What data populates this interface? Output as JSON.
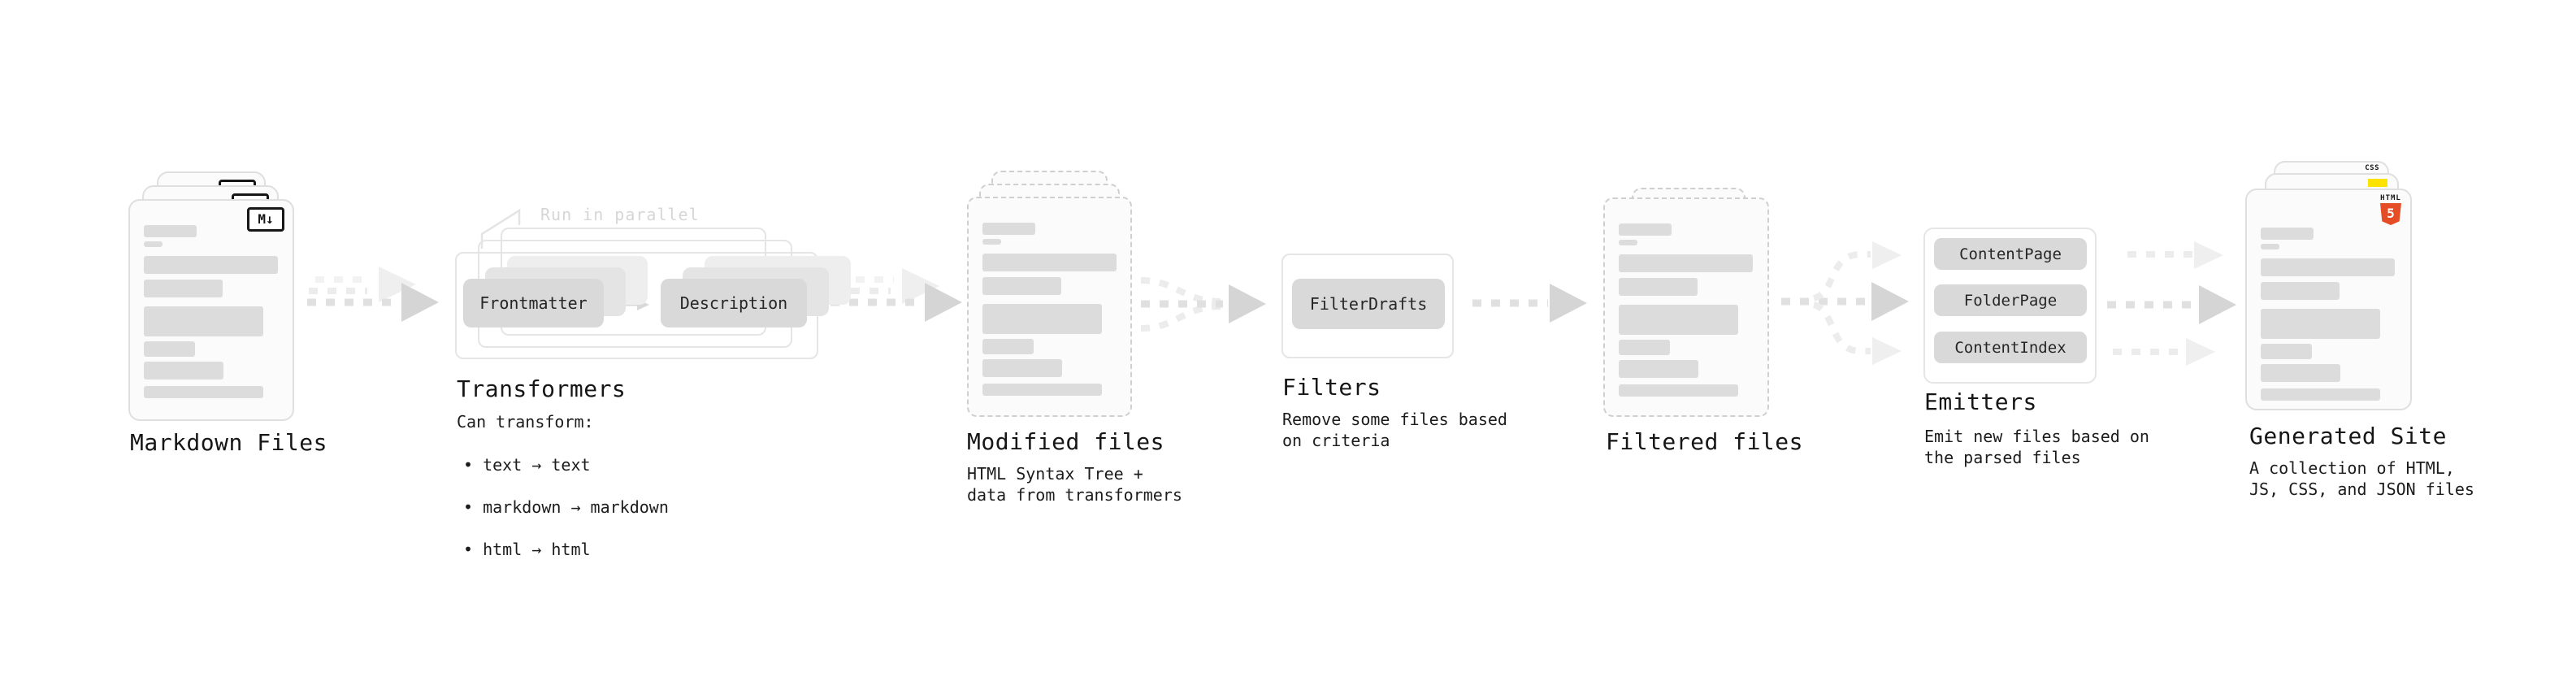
{
  "stages": {
    "markdown_files": {
      "label": "Markdown Files",
      "badge": "M↓"
    },
    "transformers": {
      "label": "Transformers",
      "note": "Run in parallel",
      "pill_left": "Frontmatter",
      "pill_right": "Description",
      "desc_title": "Can transform:",
      "bullets": [
        "• text → text",
        "• markdown → markdown",
        "• html → html"
      ]
    },
    "modified_files": {
      "label": "Modified files",
      "desc": "HTML Syntax Tree +\ndata from transformers"
    },
    "filters": {
      "label": "Filters",
      "pill": "FilterDrafts",
      "desc": "Remove some files based\non criteria"
    },
    "filtered_files": {
      "label": "Filtered files"
    },
    "emitters": {
      "label": "Emitters",
      "pills": [
        "ContentPage",
        "FolderPage",
        "ContentIndex"
      ],
      "desc": "Emit new files based on\nthe parsed files"
    },
    "generated_site": {
      "label": "Generated Site",
      "desc": "A collection of HTML,\nJS, CSS, and JSON files",
      "badges": {
        "css": "CSS",
        "html_word": "HTML",
        "html_num": "5"
      }
    }
  },
  "colors": {
    "html5_orange": "#e44d26",
    "js_yellow": "#ffe300",
    "css_blue": "#2965f1",
    "pill_gray": "#d9d9d9",
    "arrow_gray": "#d5d5d5",
    "note_gray": "#d6d6d6"
  }
}
